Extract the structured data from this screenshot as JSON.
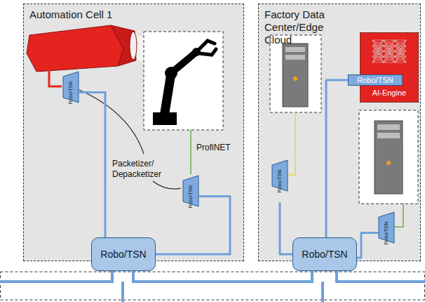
{
  "diagram": {
    "nodes": [
      {
        "text": [
          "Automation Cell 1"
        ]
      },
      {
        "text": [
          "Robo/TSN"
        ],
        "in": 0
      },
      {
        "text": [
          "Robo/TSN"
        ],
        "in": 0
      },
      {
        "text": [
          "Robo/TSN"
        ],
        "in": 0
      },
      {
        "text": [
          "Factory Data Center/Edge Cloud"
        ]
      },
      {
        "text": [
          "Robo/TSN"
        ],
        "in": 4
      },
      {
        "text": [
          "AI-Engine"
        ],
        "in": 4
      },
      {
        "text": [
          "Robo/TSN"
        ],
        "in": 6
      },
      {
        "text": [
          "Robo/TSN"
        ],
        "in": 4
      },
      {
        "text": [
          "Robo/TSN"
        ],
        "in": 4
      }
    ],
    "edges": [
      {
        "from": 1,
        "to": 3,
        "arrow": "none"
      },
      {
        "from": 2,
        "to": 3,
        "arrow": "none"
      },
      {
        "from": 5,
        "to": 9,
        "arrow": "none"
      },
      {
        "from": 7,
        "to": 9,
        "arrow": "none"
      },
      {
        "from": 8,
        "to": 9,
        "arrow": "none"
      }
    ],
    "labels": [
      "Packetizer/ Depacketizer",
      "ProfiNET"
    ]
  }
}
